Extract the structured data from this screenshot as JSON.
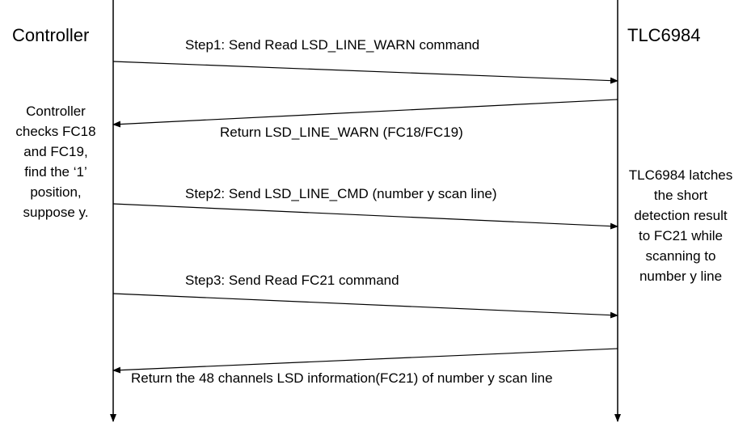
{
  "participants": {
    "left": "Controller",
    "right": "TLC6984"
  },
  "messages": [
    {
      "direction": "to-right",
      "label": "Step1: Send Read LSD_LINE_WARN command"
    },
    {
      "direction": "to-left",
      "label": "Return LSD_LINE_WARN (FC18/FC19)"
    },
    {
      "direction": "to-right",
      "label": "Step2: Send LSD_LINE_CMD (number y scan line)"
    },
    {
      "direction": "to-right",
      "label": "Step3: Send Read FC21 command"
    },
    {
      "direction": "to-left",
      "label": "Return the 48 channels LSD information(FC21) of number y scan line"
    }
  ],
  "notes": {
    "controller": [
      "Controller",
      "checks FC18",
      "and FC19,",
      "find the ‘1’",
      "position,",
      "suppose y."
    ],
    "device": [
      "TLC6984 latches",
      "the short",
      "detection result",
      "to FC21 while",
      "scanning to",
      "number y line"
    ]
  }
}
